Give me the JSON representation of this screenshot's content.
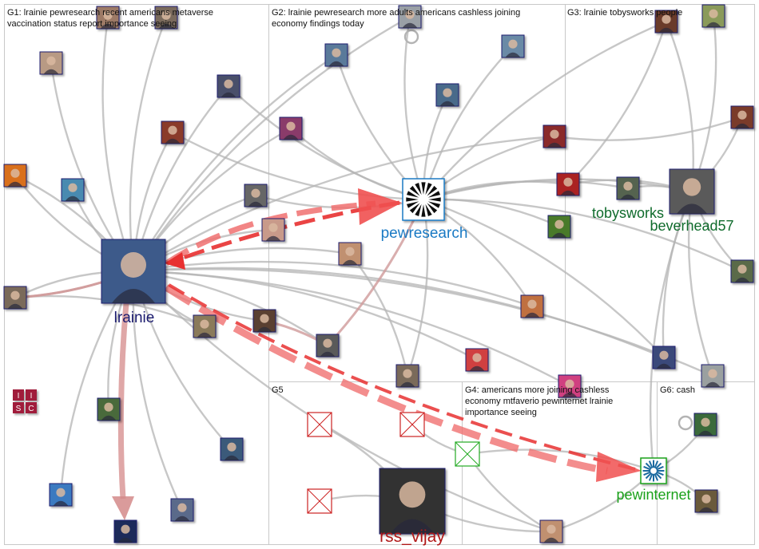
{
  "groups": [
    {
      "id": "G1",
      "label_lines": [
        "G1: lrainie pewresearch recent americans metaverse",
        "vaccination status report importance seeing"
      ]
    },
    {
      "id": "G2",
      "label_lines": [
        "G2: lrainie pewresearch more adults americans cashless joining",
        "economy findings today"
      ]
    },
    {
      "id": "G3",
      "label_lines": [
        "G3: lrainie tobysworks people"
      ]
    },
    {
      "id": "G4",
      "label_lines": [
        "G4: americans more joining cashless",
        "economy mtfaverio pewinternet lrainie",
        "importance seeing"
      ]
    },
    {
      "id": "G5",
      "label_lines": [
        "G5"
      ]
    },
    {
      "id": "G6",
      "label_lines": [
        "G6: cash"
      ]
    }
  ],
  "labeled_nodes": [
    {
      "id": "lrainie",
      "text": "lrainie",
      "color": "#1a1a6e"
    },
    {
      "id": "pewresearch",
      "text": "pewresearch",
      "color": "#1a7ac4"
    },
    {
      "id": "tobysworks",
      "text": "tobysworks",
      "color": "#0f6b2c"
    },
    {
      "id": "beverhead57",
      "text": "beverhead57",
      "color": "#0f6b2c"
    },
    {
      "id": "pewinternet",
      "text": "pewinternet",
      "color": "#1aa11a"
    },
    {
      "id": "rss_vijay",
      "text": "rss_vijay",
      "color": "#b01818"
    }
  ],
  "logo_text": {
    "isc": [
      "I",
      "I",
      "S",
      "C"
    ]
  },
  "colors": {
    "edge_gray": "#b4b4b4",
    "edge_pink": "#d4a0a0",
    "edge_red": "#e83030",
    "group_border": "#c8c8c8",
    "placeholder_red": "#cc2222",
    "placeholder_green": "#22aa22"
  }
}
